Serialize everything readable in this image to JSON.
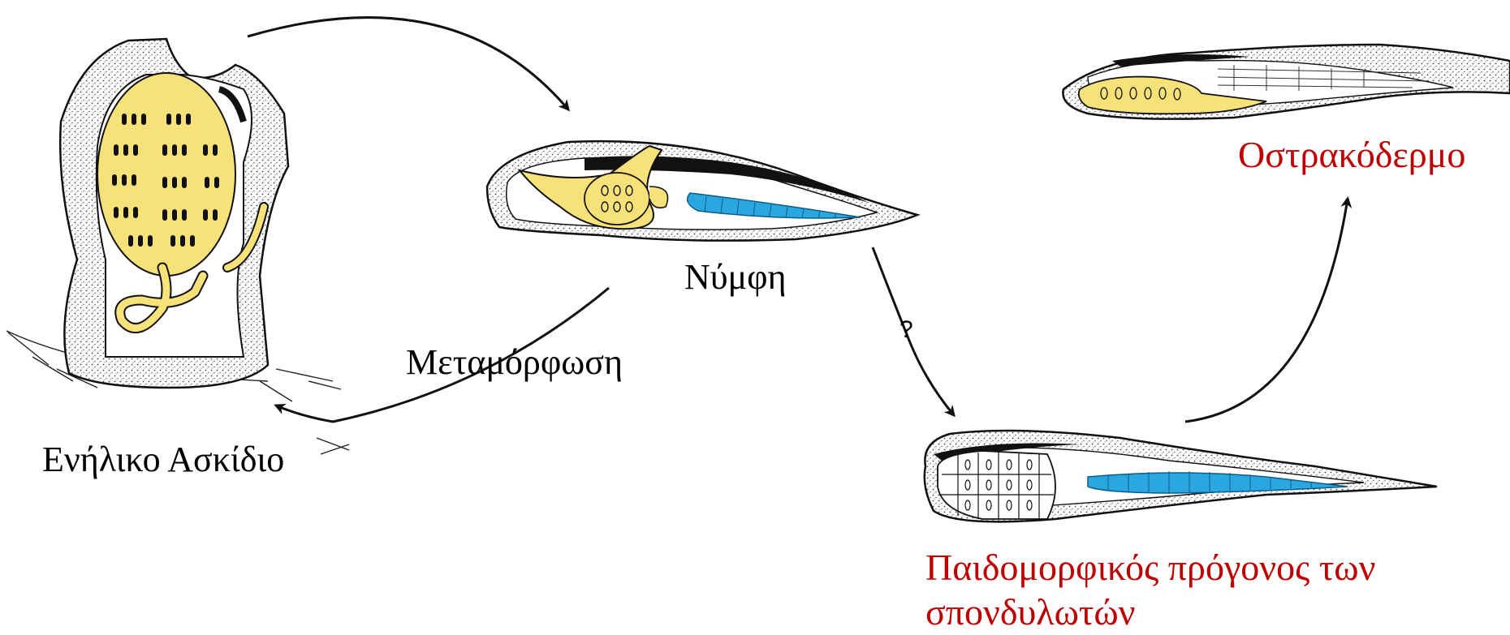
{
  "labels": {
    "adult": "Ενήλικο Ασκίδιο",
    "larva": "Νύμφη",
    "metamorphosis": "Μεταμόρφωση",
    "question": "?",
    "ancestor_line1": "Παιδομορφικός πρόγονος των",
    "ancestor_line2": "σπονδυλωτών",
    "ostracoderm": "Οστρακόδερμο"
  },
  "colors": {
    "text": "#000000",
    "highlight_text": "#c00000",
    "pharynx_yellow": "#f7e27a",
    "notochord_blue": "#2aa7e0",
    "stipple_body": "#e9e9e9",
    "outline": "#111111"
  }
}
